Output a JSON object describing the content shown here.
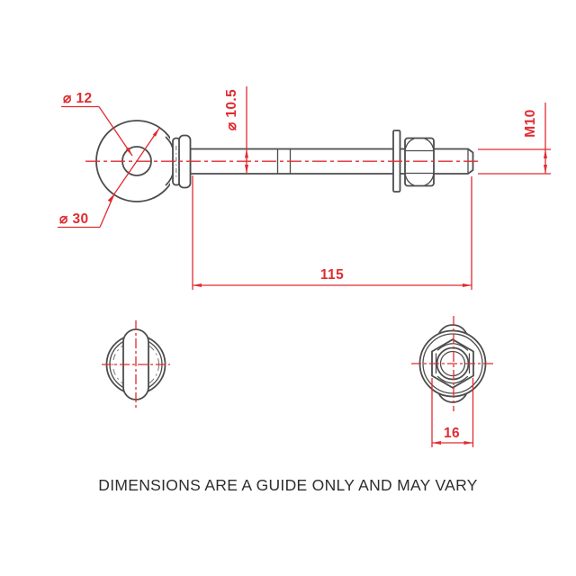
{
  "note_text": "DIMENSIONS ARE A GUIDE ONLY AND MAY VARY",
  "dimensions": {
    "eye_hole_diameter": "⌀ 12",
    "eye_outer_diameter": "⌀ 30",
    "shank_diameter": "⌀ 10.5",
    "thread_size": "M10",
    "shank_length": "115",
    "nut_across_flats": "16"
  },
  "colors": {
    "dimension_red": "#e02b31",
    "outline_gray": "#4d4d4d",
    "note_text": "#2e2e2e",
    "background": "#ffffff"
  }
}
